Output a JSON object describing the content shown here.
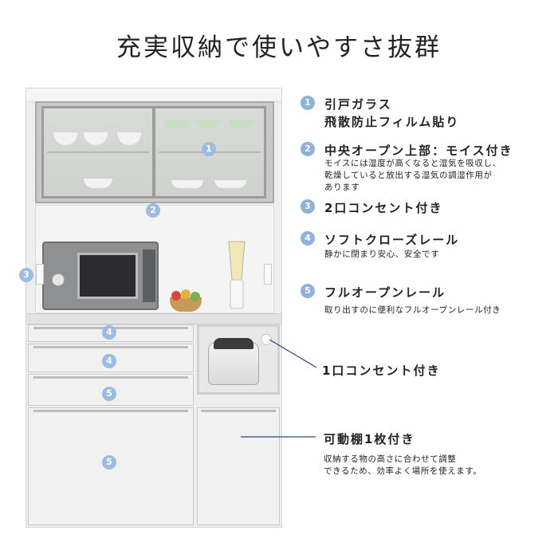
{
  "header": {
    "title": "充実収納で使いやすさ抜群"
  },
  "features": [
    {
      "num": "1",
      "label": "引戸ガラス",
      "label2": "飛散防止フィルム貼り"
    },
    {
      "num": "2",
      "label": "中央オープン上部：モイス付き",
      "desc1": "モイスには湿度が高くなると湿気を吸収し、",
      "desc2": "乾燥していると放出する湿気の調湿作用が",
      "desc3": "あります"
    },
    {
      "num": "3",
      "label": "2口コンセント付き"
    },
    {
      "num": "4",
      "label": "ソフトクローズレール",
      "desc1": "静かに閉まり安心、安全です"
    },
    {
      "num": "5",
      "label": "フルオープンレール",
      "desc1": "取り出すのに便利なフルオープンレール付き"
    }
  ],
  "callouts": {
    "outlet": {
      "label": "1口コンセント付き"
    },
    "shelf": {
      "label": "可動棚1枚付き",
      "desc1": "収納する物の高さに合わせて調整",
      "desc2": "できるため、効率よく場所を使えます。"
    }
  },
  "image_markers": {
    "door": "1",
    "moisture": "2",
    "outlet": "3",
    "drawer_top": "4",
    "drawer_2": "4",
    "drawer_3": "5",
    "drawer_bottom": "5"
  },
  "colors": {
    "marker": "#8fb3d8",
    "line": "#2d4a7a"
  }
}
